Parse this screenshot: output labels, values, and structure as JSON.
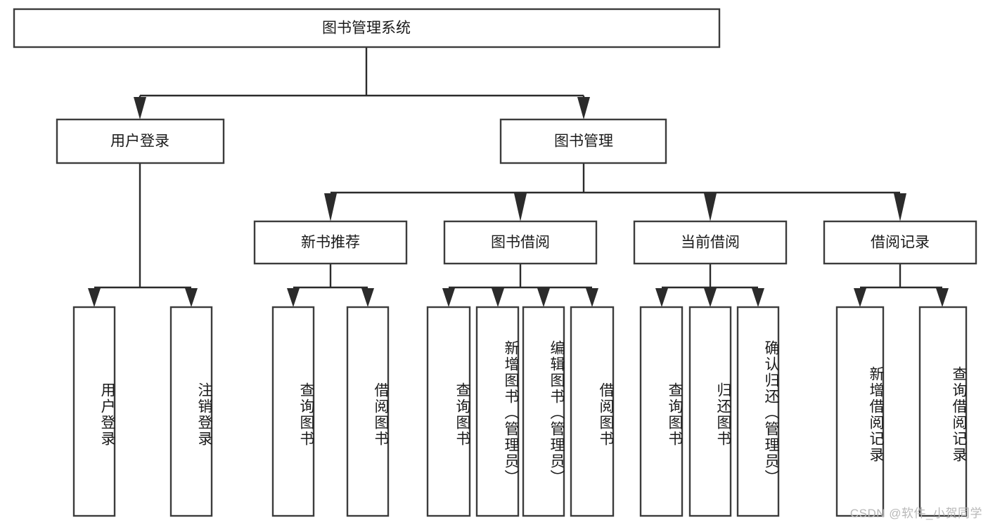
{
  "diagram": {
    "type": "tree-hierarchy-chart",
    "title": "图书管理系统",
    "watermark": "CSDN @软件_小贺同学",
    "root": {
      "label": "图书管理系统",
      "orientation": "horizontal"
    },
    "level2": [
      {
        "label": "用户登录",
        "orientation": "horizontal"
      },
      {
        "label": "图书管理",
        "orientation": "horizontal"
      }
    ],
    "level3": [
      {
        "label": "新书推荐",
        "orientation": "horizontal",
        "parent": "图书管理"
      },
      {
        "label": "图书借阅",
        "orientation": "horizontal",
        "parent": "图书管理"
      },
      {
        "label": "当前借阅",
        "orientation": "horizontal",
        "parent": "图书管理"
      },
      {
        "label": "借阅记录",
        "orientation": "horizontal",
        "parent": "图书管理"
      }
    ],
    "leaves": {
      "user_login": [
        {
          "label": "用户登录",
          "orientation": "vertical"
        },
        {
          "label": "注销登录",
          "orientation": "vertical"
        }
      ],
      "new_book_recommend": [
        {
          "label": "查询图书",
          "orientation": "vertical"
        },
        {
          "label": "借阅图书",
          "orientation": "vertical"
        }
      ],
      "book_borrow": [
        {
          "label": "查询图书",
          "orientation": "vertical"
        },
        {
          "label": "新增图书（管理员）",
          "orientation": "vertical"
        },
        {
          "label": "编辑图书（管理员）",
          "orientation": "vertical"
        },
        {
          "label": "借阅图书",
          "orientation": "vertical"
        }
      ],
      "current_borrow": [
        {
          "label": "查询图书",
          "orientation": "vertical"
        },
        {
          "label": "归还图书",
          "orientation": "vertical"
        },
        {
          "label": "确认归还（管理员）",
          "orientation": "vertical"
        }
      ],
      "borrow_record": [
        {
          "label": "新增借阅记录",
          "orientation": "vertical"
        },
        {
          "label": "查询借阅记录",
          "orientation": "vertical"
        }
      ]
    },
    "colors": {
      "box_fill": "#ffffff",
      "box_stroke": "#3c3c3c",
      "connector": "#2b2b2b",
      "text": "#1a1a1a",
      "watermark": "#b8b8b8",
      "background": "#ffffff"
    }
  }
}
